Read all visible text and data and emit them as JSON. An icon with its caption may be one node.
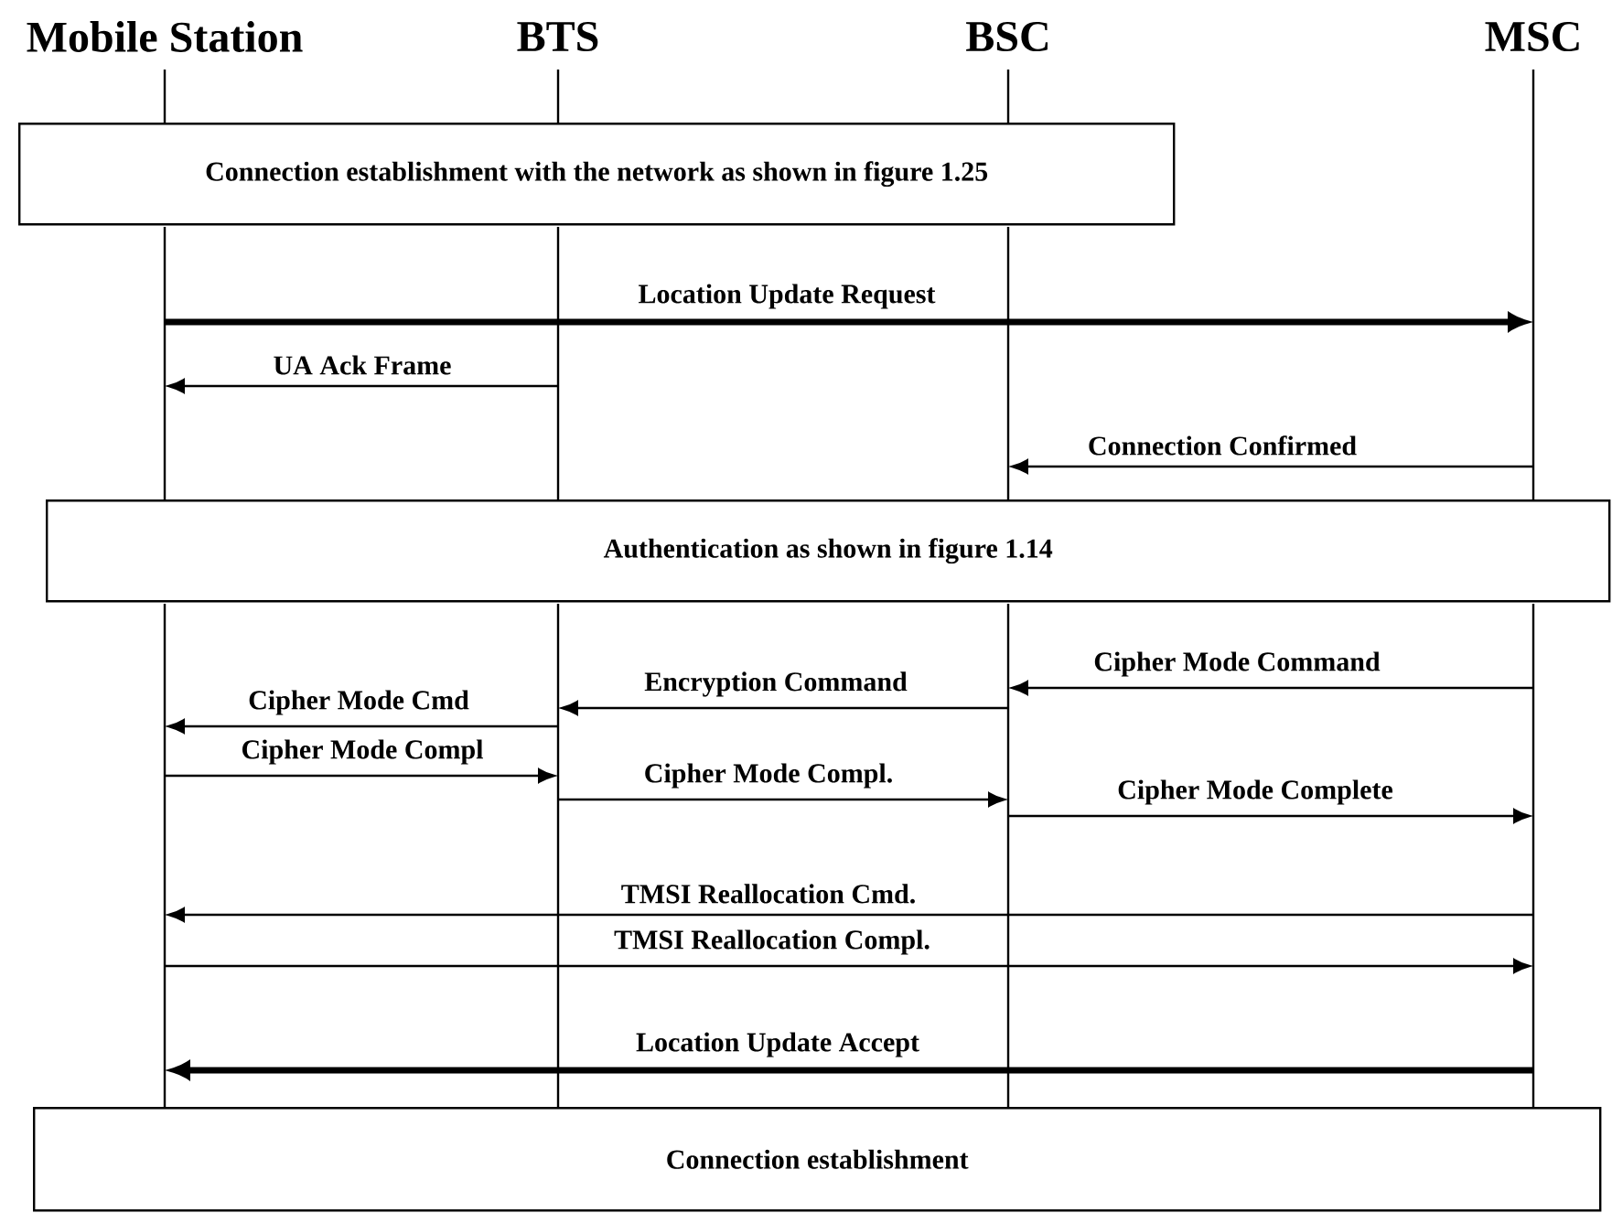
{
  "diagram": {
    "nodes": [
      {
        "text": [],
        "shape": "line"
      },
      {
        "text": [],
        "shape": "line"
      },
      {
        "text": [],
        "shape": "line"
      },
      {
        "text": [],
        "shape": "line"
      },
      {
        "text": [
          "Connection establishment with the network as shown in figure 1.25"
        ]
      },
      {
        "text": [
          "Authentication as shown in figure 1.14"
        ]
      },
      {
        "text": [
          "Connection establishment"
        ]
      }
    ],
    "edges": [
      {
        "from": 0,
        "to": 3,
        "arrow": "to",
        "label": "Location Update Request",
        "style": "thick"
      },
      {
        "from": 1,
        "to": 0,
        "arrow": "to",
        "label": "UA Ack Frame"
      },
      {
        "from": 3,
        "to": 2,
        "arrow": "to",
        "label": "Connection Confirmed"
      },
      {
        "from": 3,
        "to": 2,
        "arrow": "to",
        "label": "Cipher Mode Command"
      },
      {
        "from": 2,
        "to": 1,
        "arrow": "to",
        "label": "Encryption Command"
      },
      {
        "from": 1,
        "to": 0,
        "arrow": "to",
        "label": "Cipher Mode Cmd"
      },
      {
        "from": 0,
        "to": 1,
        "arrow": "to",
        "label": "Cipher Mode Compl"
      },
      {
        "from": 1,
        "to": 2,
        "arrow": "to",
        "label": "Cipher Mode Compl."
      },
      {
        "from": 2,
        "to": 3,
        "arrow": "to",
        "label": "Cipher Mode Complete"
      },
      {
        "from": 3,
        "to": 0,
        "arrow": "to",
        "label": "TMSI Reallocation Cmd."
      },
      {
        "from": 0,
        "to": 3,
        "arrow": "to",
        "label": "TMSI Reallocation Compl."
      },
      {
        "from": 3,
        "to": 0,
        "arrow": "to",
        "label": "Location Update Accept",
        "style": "thick"
      }
    ],
    "labels": [
      "Mobile Station",
      "BTS",
      "BSC",
      "MSC"
    ]
  }
}
